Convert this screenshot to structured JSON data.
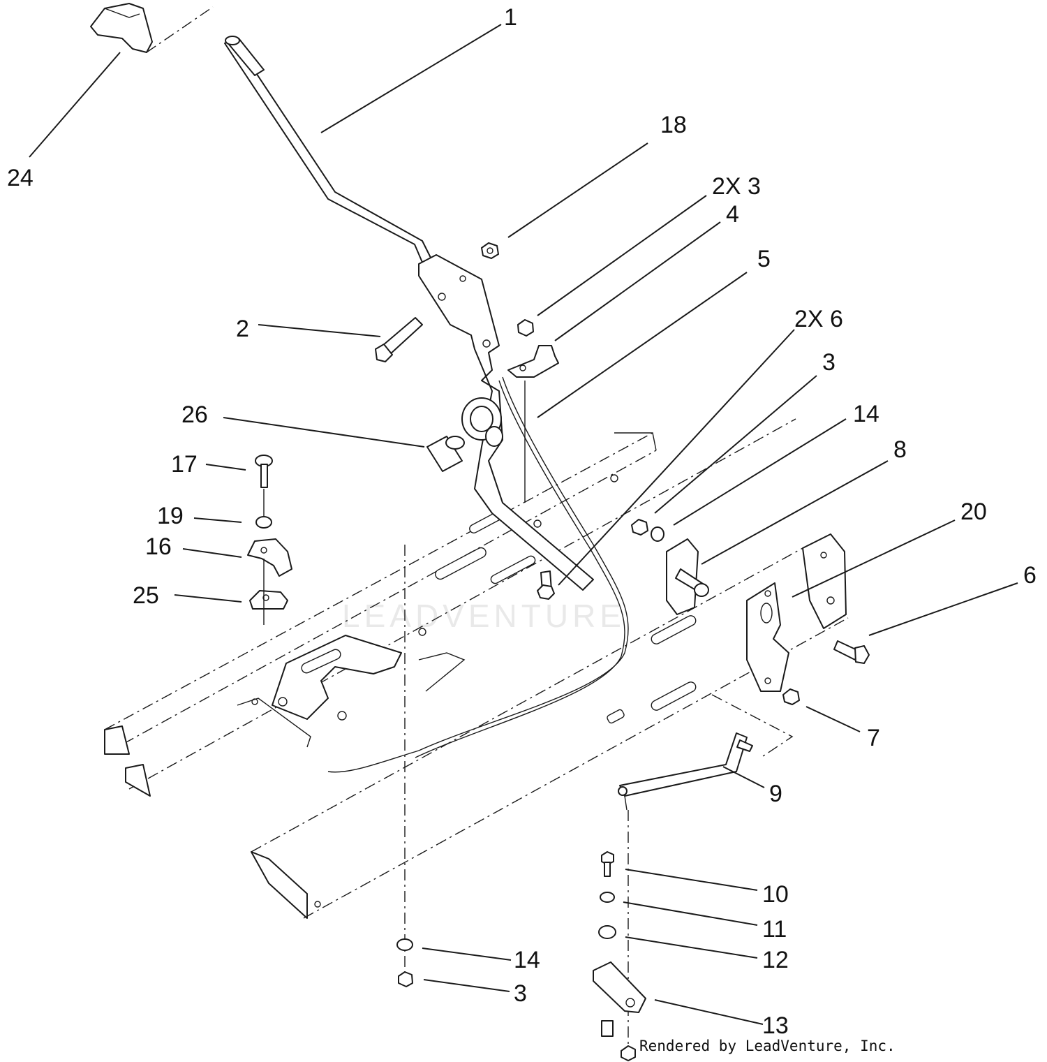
{
  "diagram": {
    "watermark": "LEADVENTURE",
    "credit": "Rendered by LeadVenture, Inc.",
    "callouts": [
      {
        "id": "c-1",
        "text": "1"
      },
      {
        "id": "c-24",
        "text": "24"
      },
      {
        "id": "c-18",
        "text": "18"
      },
      {
        "id": "c-2x3",
        "text": "2X 3"
      },
      {
        "id": "c-4",
        "text": "4"
      },
      {
        "id": "c-5",
        "text": "5"
      },
      {
        "id": "c-2",
        "text": "2"
      },
      {
        "id": "c-2x6",
        "text": "2X 6"
      },
      {
        "id": "c-3a",
        "text": "3"
      },
      {
        "id": "c-26",
        "text": "26"
      },
      {
        "id": "c-14a",
        "text": "14"
      },
      {
        "id": "c-8",
        "text": "8"
      },
      {
        "id": "c-17",
        "text": "17"
      },
      {
        "id": "c-19",
        "text": "19"
      },
      {
        "id": "c-20",
        "text": "20"
      },
      {
        "id": "c-16",
        "text": "16"
      },
      {
        "id": "c-6",
        "text": "6"
      },
      {
        "id": "c-25",
        "text": "25"
      },
      {
        "id": "c-7",
        "text": "7"
      },
      {
        "id": "c-9",
        "text": "9"
      },
      {
        "id": "c-10",
        "text": "10"
      },
      {
        "id": "c-11",
        "text": "11"
      },
      {
        "id": "c-14b",
        "text": "14"
      },
      {
        "id": "c-12",
        "text": "12"
      },
      {
        "id": "c-3b",
        "text": "3"
      },
      {
        "id": "c-13",
        "text": "13"
      }
    ]
  }
}
